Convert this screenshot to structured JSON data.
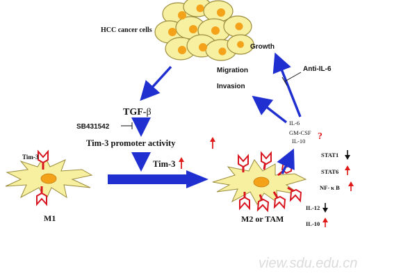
{
  "labels": {
    "hcc_cells": "HCC cancer cells",
    "tgf": "TGF-",
    "tgf_greek": "β",
    "sb": "SB431542",
    "tim3_promoter": "Tim-3 promoter activity",
    "tim3": "Tim-3",
    "tim3_receptor": "Tim-3",
    "m1": "M1",
    "m2": "M2 or TAM",
    "growth": "Growth",
    "migration": "Migration",
    "invasion": "Invasion",
    "anti_il6": "Anti-IL-6",
    "il6": "IL-6",
    "gmcsf": "GM-CSF",
    "il10_secreted": "IL-10",
    "question": "?",
    "stat1": "STAT1",
    "stat6": "STAT6",
    "nfkb": "NF- κ B",
    "il12": "IL-12",
    "il10": "IL-10",
    "watermark": "view.sdu.edu.cn"
  },
  "colors": {
    "arrow_blue": "#1f2fd0",
    "up_red": "#e01818",
    "down_black": "#111111",
    "cell_fill": "#f7f0a0",
    "cell_stroke": "#9a8b3a",
    "nucleus": "#f3a21a",
    "receptor_red": "#d8141e"
  }
}
